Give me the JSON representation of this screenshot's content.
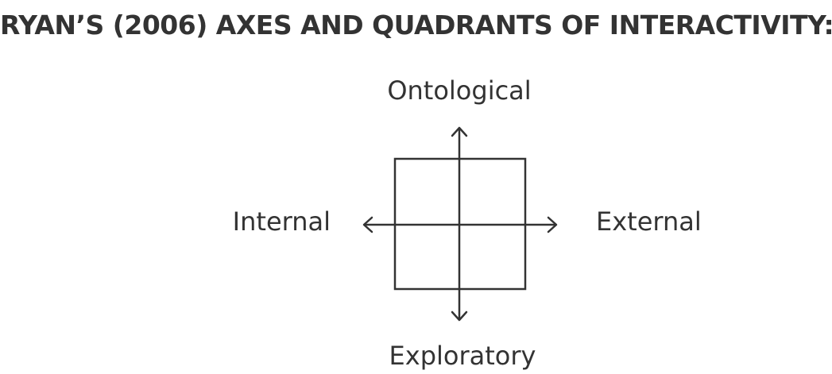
{
  "title": "RYAN’S (2006)  AXES AND QUADRANTS OF INTERACTIVITY:",
  "axes": {
    "top": "Ontological",
    "bottom": "Exploratory",
    "left": "Internal",
    "right": "External"
  },
  "colors": {
    "ink": "#333333",
    "background": "#ffffff"
  }
}
